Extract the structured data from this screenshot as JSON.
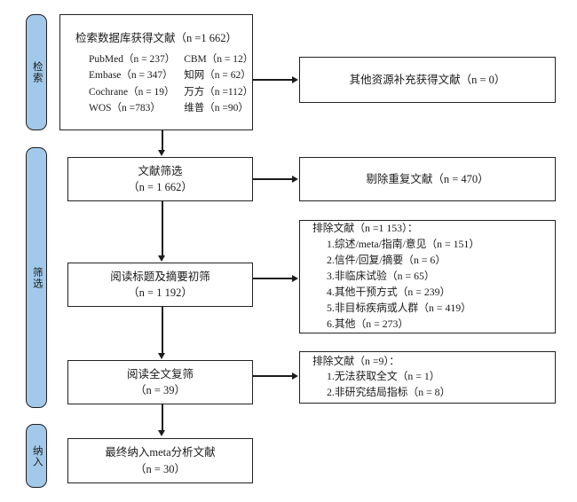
{
  "diagram": {
    "title": "PRISMA literature screening flow diagram",
    "accent_blue": "#a3c9ea",
    "line_color": "#1c1c1c",
    "box_border": "#222222"
  },
  "stages": [
    {
      "id": "search",
      "label": "检索"
    },
    {
      "id": "screening",
      "label": "筛选"
    },
    {
      "id": "inclusion",
      "label": "纳入"
    }
  ],
  "boxes": {
    "identification": {
      "title": "检索数据库获得文献（n =1 662）",
      "databases": [
        {
          "name": "PubMed（n = 237）"
        },
        {
          "name": "CBM（n = 12）"
        },
        {
          "name": "Embase（n = 347）"
        },
        {
          "name": "知网（n = 62）"
        },
        {
          "name": "Cochrane（n = 19）"
        },
        {
          "name": "万方（n =112）"
        },
        {
          "name": "WOS（n =783）"
        },
        {
          "name": "维普（n =90）"
        }
      ]
    },
    "other_sources": {
      "title": "其他资源补充获得文献（n = 0）"
    },
    "records_screened": {
      "title": "文献筛选",
      "count": "（n = 1 662）"
    },
    "duplicates_removed": {
      "title": "剔除重复文献（n = 470）"
    },
    "title_abstract_screen": {
      "title": "阅读标题及摘要初筛",
      "count": "（n = 1 192）"
    },
    "excluded_stage1": {
      "head": "排除文献（n =1 153）：",
      "reasons": [
        "1.综述/meta/指南/意见（n = 151）",
        "2.信件/回复/摘要（n = 6）",
        "3.非临床试验（n = 65）",
        "4.其他干预方式（n = 239）",
        "5.非目标疾病或人群（n = 419）",
        "6.其他（n = 273）"
      ]
    },
    "fulltext_screen": {
      "title": "阅读全文复筛",
      "count": "（n = 39）"
    },
    "excluded_stage2": {
      "head": "排除文献（n =9）：",
      "reasons": [
        "1.无法获取全文（n = 1）",
        "2.非研究结局指标（n = 8）"
      ]
    },
    "included_final": {
      "title": "最终纳入meta分析文献",
      "count": "（n = 30）"
    }
  }
}
